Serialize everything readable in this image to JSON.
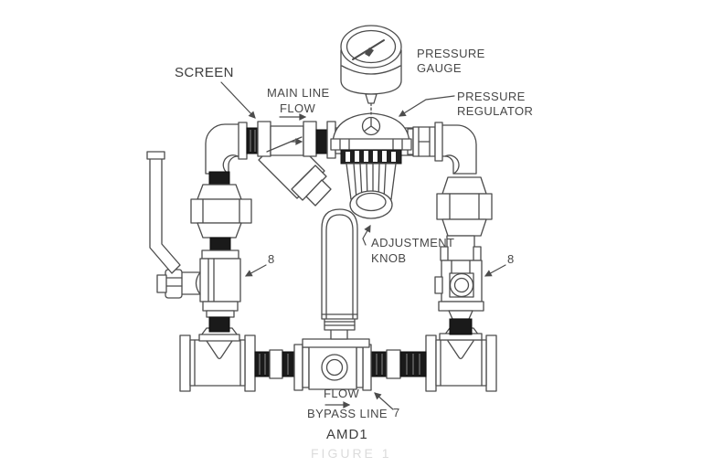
{
  "figure": {
    "product_code": "AMD1",
    "caption_faint": "FIGURE 1",
    "labels": {
      "screen": "SCREEN",
      "main_line_flow": [
        "MAIN LINE",
        "FLOW"
      ],
      "pressure_gauge": [
        "PRESSURE",
        "GAUGE"
      ],
      "pressure_regulator": [
        "PRESSURE",
        "REGULATOR"
      ],
      "adjustment_knob": [
        "ADJUSTMENT",
        "KNOB"
      ],
      "flow": "FLOW",
      "bypass_line": "BYPASS LINE",
      "item_7": "7",
      "item_8_left": "8",
      "item_8_right": "8"
    },
    "colors": {
      "line": "#4c4c4c",
      "thread": "#1a1a1a",
      "text": "#474747",
      "faint_text": "#d0d0d0",
      "background": "#ffffff"
    }
  }
}
